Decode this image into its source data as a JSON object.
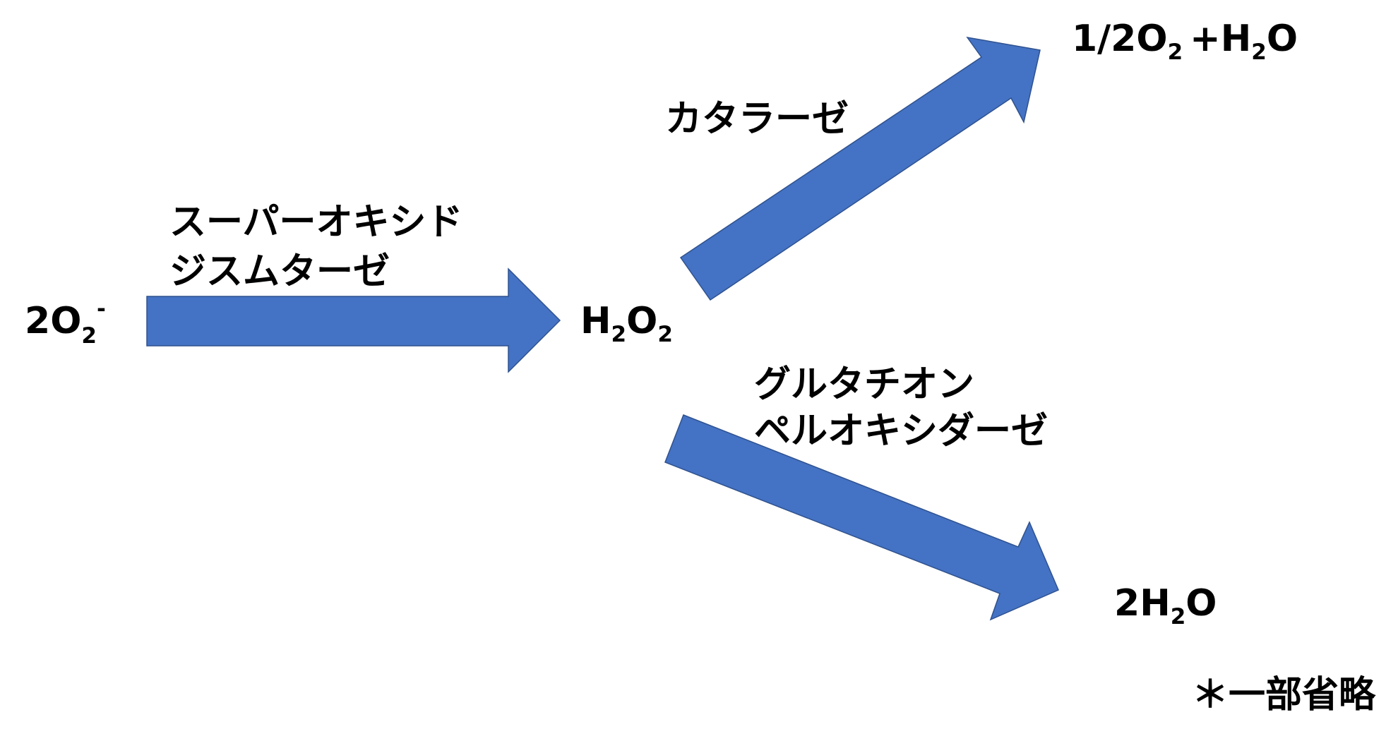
{
  "colors": {
    "arrow_fill": "#4472c4",
    "arrow_stroke": "#2f528f",
    "text": "#000000",
    "background": "#ffffff"
  },
  "reactant": {
    "coef": "2",
    "element": "O",
    "subscript": "2",
    "superscript": "-"
  },
  "intermediate": {
    "e1": "H",
    "s1": "2",
    "e2": "O",
    "s2": "2"
  },
  "enzymes": {
    "sod": {
      "line1": "スーパーオキシド",
      "line2": "ジスムターゼ"
    },
    "catalase": "カタラーゼ",
    "gpx": {
      "line1": "グルタチオン",
      "line2": "ペルオキシダーゼ"
    }
  },
  "product_catalase": {
    "frac": "1/2",
    "e1": "O",
    "s1": "2",
    "plus": "+",
    "e2": "H",
    "s2": "2",
    "e3": "O"
  },
  "product_gpx": {
    "coef": "2",
    "e1": "H",
    "s1": "2",
    "e2": "O"
  },
  "note": "＊一部省略"
}
